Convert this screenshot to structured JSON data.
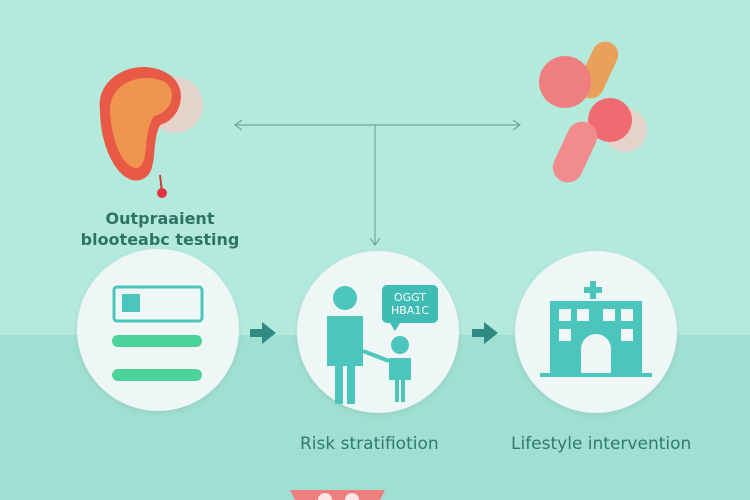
{
  "steps": [
    {
      "label_line1": "Outpraaient",
      "label_line2": "blooteabc testing"
    },
    {
      "label": "Risk stratifiotion",
      "bubble_line1": "OGGT",
      "bubble_line2": "HBA1C"
    },
    {
      "label": "Lifestyle intervention"
    }
  ],
  "colors": {
    "background": "#b4eadc",
    "accent": "#4cc5bd",
    "arrow": "#2e8a82",
    "pink": "#ef7f7f"
  }
}
